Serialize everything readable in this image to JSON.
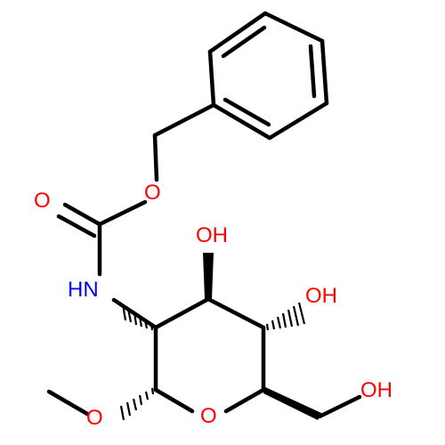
{
  "atoms": {
    "o_carbonyl": "O",
    "o_ester": "O",
    "nh": "HN",
    "oh_c3": "OH",
    "oh_c4": "OH",
    "oh_c6": "OH",
    "o_ring": "O",
    "o_methoxy": "O"
  },
  "colors": {
    "oxygen": "#ff0000",
    "nitrogen": "#0000ff",
    "bond": "#000000",
    "background": "#ffffff"
  }
}
